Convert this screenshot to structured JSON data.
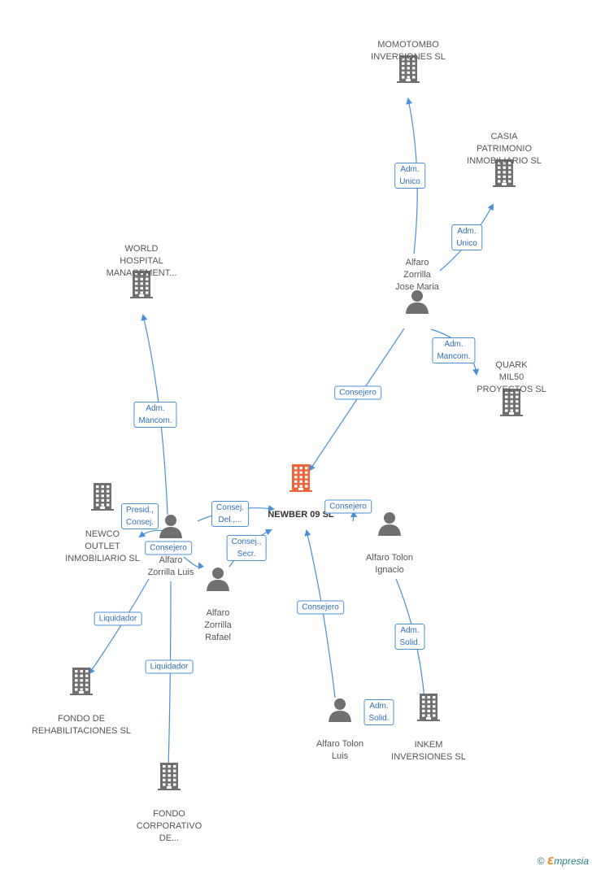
{
  "nodes": [
    {
      "id": "newber",
      "type": "company",
      "main": true,
      "label": "NEWBER 09 SL"
    },
    {
      "id": "momotombo",
      "type": "company",
      "label": "MOMOTOMBO\nINVERSIONES SL"
    },
    {
      "id": "casia",
      "type": "company",
      "label": "CASIA\nPATRIMONIO\nINMOBILIARIO SL"
    },
    {
      "id": "world",
      "type": "company",
      "label": "WORLD\nHOSPITAL\nMANAGEMENT..."
    },
    {
      "id": "quark",
      "type": "company",
      "label": "QUARK\nMIL50\nPROYECTOS SL"
    },
    {
      "id": "newco",
      "type": "company",
      "label": "NEWCO\nOUTLET\nINMOBILIARIO SL"
    },
    {
      "id": "fondo_rehab",
      "type": "company",
      "label": "FONDO DE\nREHABILITACIONES SL"
    },
    {
      "id": "fondo_corp",
      "type": "company",
      "label": "FONDO\nCORPORATIVO\nDE..."
    },
    {
      "id": "inkem",
      "type": "company",
      "label": "INKEM\nINVERSIONES SL"
    },
    {
      "id": "jose_maria",
      "type": "person",
      "label": "Alfaro\nZorrilla\nJose Maria"
    },
    {
      "id": "zorrilla_luis",
      "type": "person",
      "label": "Alfaro\nZorrilla Luis"
    },
    {
      "id": "rafael",
      "type": "person",
      "label": "Alfaro\nZorrilla\nRafael"
    },
    {
      "id": "ignacio",
      "type": "person",
      "label": "Alfaro Tolon\nIgnacio"
    },
    {
      "id": "tolon_luis",
      "type": "person",
      "label": "Alfaro Tolon\nLuis"
    }
  ],
  "edges": [
    {
      "id": "e1",
      "label": "Adm.\nUnico"
    },
    {
      "id": "e2",
      "label": "Adm.\nUnico"
    },
    {
      "id": "e3",
      "label": "Adm.\nMancom."
    },
    {
      "id": "e4",
      "label": "Consejero"
    },
    {
      "id": "e5",
      "label": "Adm.\nMancom."
    },
    {
      "id": "e6",
      "label": "Presid.,\nConsej."
    },
    {
      "id": "e7",
      "label": "Consejero"
    },
    {
      "id": "e8",
      "label": "Consej.\nDel.,..."
    },
    {
      "id": "e9",
      "label": "Consej.,\nSecr."
    },
    {
      "id": "e10",
      "label": "Consejero"
    },
    {
      "id": "e11",
      "label": "Liquidador"
    },
    {
      "id": "e12",
      "label": "Liquidador"
    },
    {
      "id": "e13",
      "label": "Consejero"
    },
    {
      "id": "e14",
      "label": "Adm.\nSolid."
    },
    {
      "id": "e15",
      "label": "Adm.\nSolid."
    }
  ],
  "colors": {
    "company": "#707070",
    "main_company": "#f0643c",
    "person": "#707070",
    "edge": "#4a90d9"
  },
  "brand": {
    "symbol": "©",
    "e": "ℇ",
    "rest": "mpresia"
  }
}
